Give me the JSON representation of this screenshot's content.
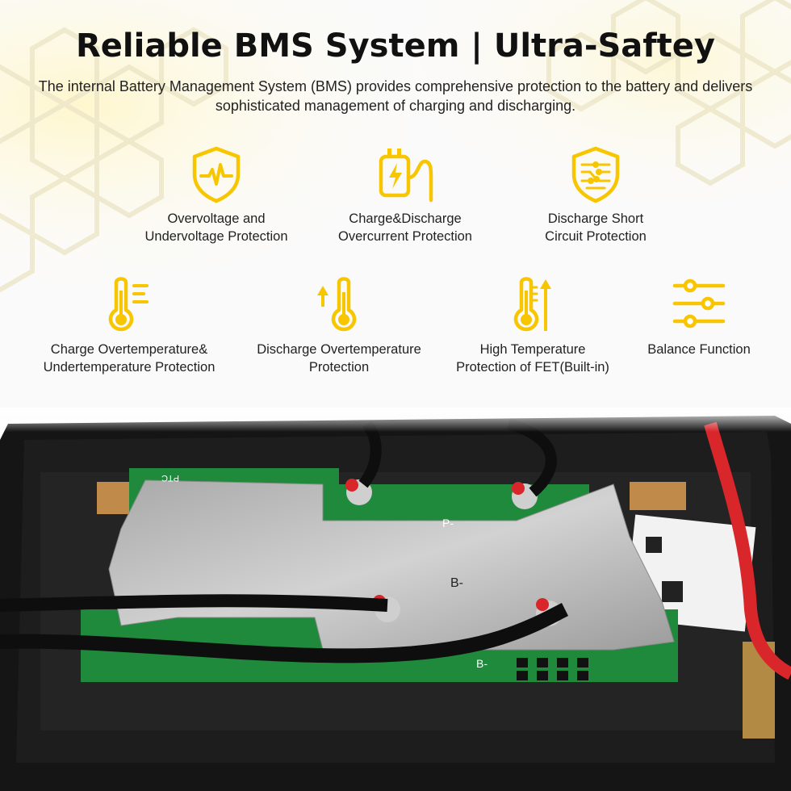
{
  "header": {
    "title": "Reliable BMS System | Ultra-Saftey",
    "subtitle": "The internal Battery Management System (BMS) provides comprehensive protection to the battery and delivers sophisticated management of charging and discharging."
  },
  "colors": {
    "accent": "#F7C600",
    "text": "#222222",
    "pcb_green": "#1F8A3C",
    "case_black": "#151515",
    "wire_red": "#D8262A"
  },
  "features": [
    {
      "icon": "shield-waveform-icon",
      "label": "Overvoltage and\nUndervoltage Protection"
    },
    {
      "icon": "charger-plug-icon",
      "label": "Charge&Discharge\nOvercurrent Protection"
    },
    {
      "icon": "shield-circuit-icon",
      "label": "Discharge Short\nCircuit Protection"
    },
    {
      "icon": "thermometer-heat-icon",
      "label": "Charge Overtemperature&\nUndertemperature Protection"
    },
    {
      "icon": "thermometer-up-icon",
      "label": "Discharge Overtemperature\nProtection"
    },
    {
      "icon": "thermometer-fet-icon",
      "label": "High Temperature\nProtection of FET(Built-in)"
    },
    {
      "icon": "sliders-icon",
      "label": "Balance Function"
    }
  ],
  "photo": {
    "pcb_labels": {
      "ptc": "PTC",
      "pminus": "P-",
      "bminus": "B-",
      "bminus2": "B-"
    }
  }
}
